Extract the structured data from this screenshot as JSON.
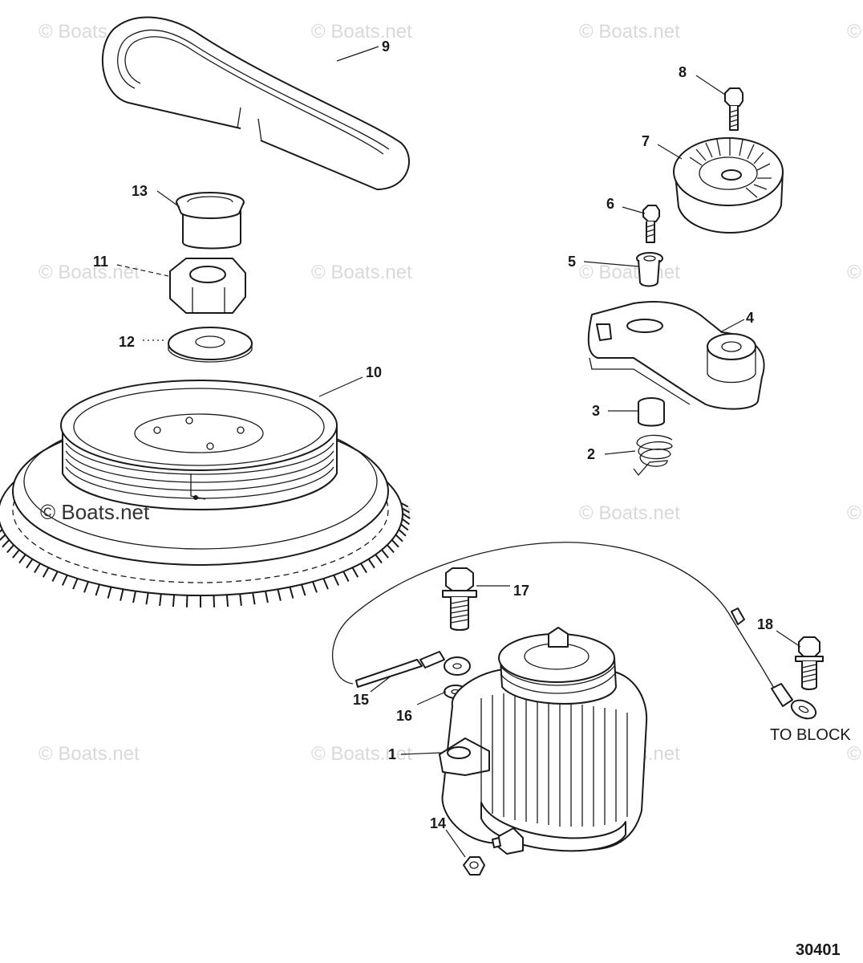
{
  "watermark": {
    "text": "© Boats.net",
    "edge_text": "©"
  },
  "callouts": {
    "c1": "1",
    "c2": "2",
    "c3": "3",
    "c4": "4",
    "c5": "5",
    "c6": "6",
    "c7": "7",
    "c8": "8",
    "c9": "9",
    "c10": "10",
    "c11": "11",
    "c12": "12",
    "c13": "13",
    "c14": "14",
    "c15": "15",
    "c16": "16",
    "c17": "17",
    "c18": "18"
  },
  "annotations": {
    "to_block": "TO BLOCK"
  },
  "figure_number": "30401",
  "colors": {
    "line": "#1a1a1a",
    "watermark": "#d9d9d9",
    "background": "#ffffff"
  }
}
